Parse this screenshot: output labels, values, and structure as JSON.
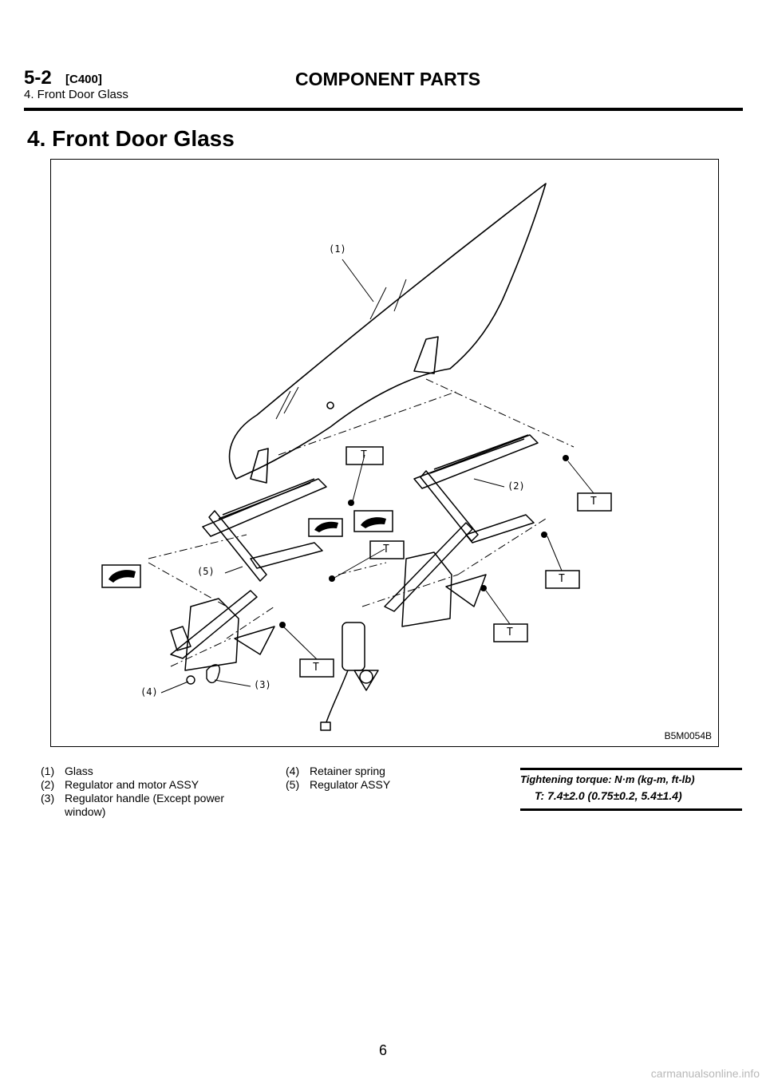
{
  "header": {
    "code": "5-2",
    "sub_code": "[C400]",
    "title": "COMPONENT PARTS",
    "breadcrumb": "4. Front Door Glass"
  },
  "section_title": "4. Front Door Glass",
  "figure": {
    "code": "B5M0054B",
    "callouts": {
      "c1": "(1)",
      "c2": "(2)",
      "c3": "(3)",
      "c4": "(4)",
      "c5": "(5)",
      "torque_mark": "T"
    }
  },
  "legend": [
    {
      "num": "(1)",
      "text": "Glass",
      "cont": ""
    },
    {
      "num": "(2)",
      "text": "Regulator and motor ASSY",
      "cont": ""
    },
    {
      "num": "(3)",
      "text": "Regulator handle (Except power",
      "cont": "window)"
    },
    {
      "num": "(4)",
      "text": "Retainer spring",
      "cont": ""
    },
    {
      "num": "(5)",
      "text": "Regulator ASSY",
      "cont": ""
    }
  ],
  "torque": {
    "label": "Tightening torque: N·m (kg-m, ft-lb)",
    "value": "T: 7.4±2.0 (0.75±0.2, 5.4±1.4)"
  },
  "page_number": "6",
  "watermark": "carmanualsonline.info",
  "colors": {
    "ink": "#000000",
    "watermark": "#b8b8b8"
  }
}
